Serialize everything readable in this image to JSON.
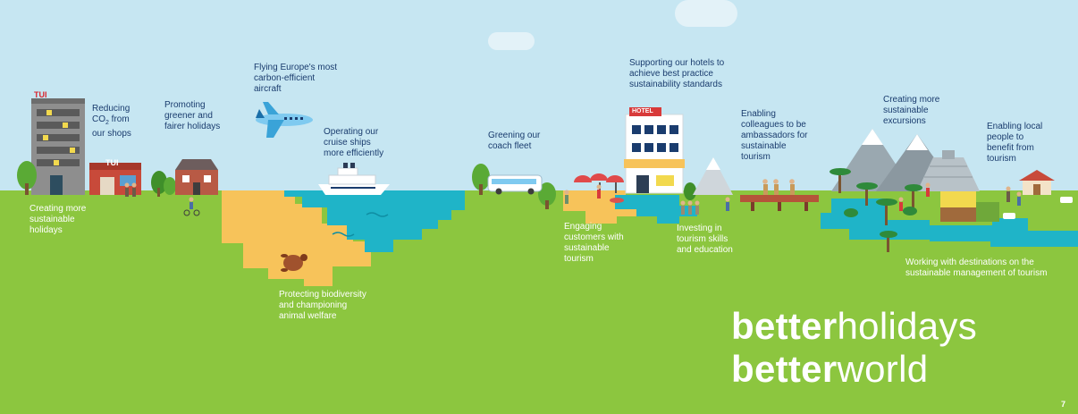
{
  "labels": {
    "tui_logo": "TUI",
    "tui_shop_logo": "TUI",
    "hotel_sign": "HOTEL",
    "reducing_a": "Reducing",
    "reducing_b": "CO",
    "reducing_sub": "2",
    "reducing_c": " from",
    "reducing_d": "our shops",
    "promoting": [
      "Promoting",
      "greener and",
      "fairer holidays"
    ],
    "flying": [
      "Flying Europe's most",
      "carbon-efficient",
      "aircraft"
    ],
    "operating": [
      "Operating our",
      "cruise ships",
      "more efficiently"
    ],
    "greening": [
      "Greening our",
      "coach fleet"
    ],
    "supporting": [
      "Supporting our hotels to",
      "achieve best practice",
      "sustainability standards"
    ],
    "enabling_colleagues": [
      "Enabling",
      "colleagues to be",
      "ambassadors for",
      "sustainable",
      "tourism"
    ],
    "creating_excursions": [
      "Creating more",
      "sustainable",
      "excursions"
    ],
    "enabling_local": [
      "Enabling local",
      "people to",
      "benefit from",
      "tourism"
    ],
    "creating_holidays": [
      "Creating more",
      "sustainable",
      "holidays"
    ],
    "engaging": [
      "Engaging",
      "customers with",
      "sustainable",
      "tourism"
    ],
    "investing": [
      "Investing  in",
      "tourism skills",
      "and education"
    ],
    "working": [
      "Working with destinations on the",
      "sustainable management of tourism"
    ],
    "protecting": [
      "Protecting biodiversity",
      "and championing",
      "animal welfare"
    ]
  },
  "brand": {
    "line1_bold": "better",
    "line1_regular": "holidays",
    "line2_bold": "better",
    "line2_regular": "world"
  },
  "page_number": "7",
  "colors": {
    "sky": "#c6e6f2",
    "ground": "#8cc63f",
    "water": "#1fb4c8",
    "sand": "#f7c35a",
    "label_dark": "#1a3c6e",
    "label_light": "#ffffff"
  }
}
